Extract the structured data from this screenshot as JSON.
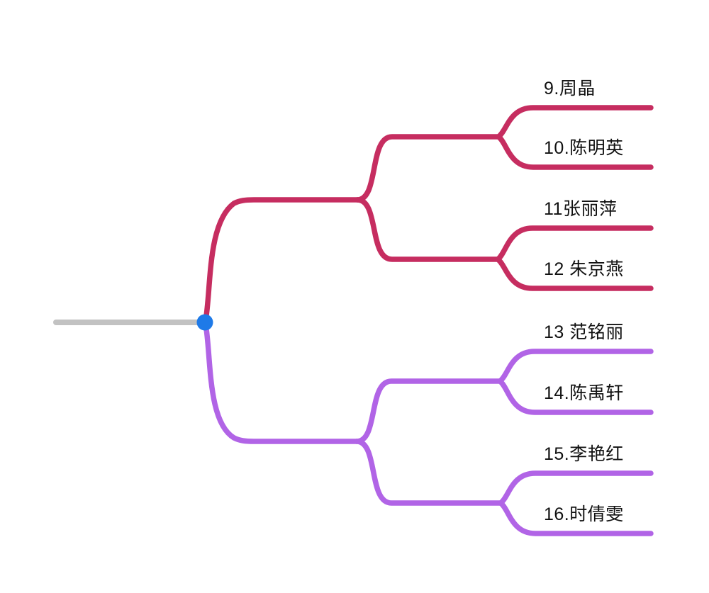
{
  "mindmap": {
    "background_color": "#ffffff",
    "text_color": "#111111",
    "root_connector": {
      "color": "#c2c2c2"
    },
    "center_dot": {
      "color": "#1e7ae8"
    },
    "branches": [
      {
        "name": "upper-red-branch",
        "color": "#c62d60",
        "leaves": [
          {
            "label": "9.周晶"
          },
          {
            "label": "10.陈明英"
          },
          {
            "label": "11张丽萍"
          },
          {
            "label": "12 朱京燕"
          }
        ]
      },
      {
        "name": "lower-purple-branch",
        "color": "#b164e6",
        "leaves": [
          {
            "label": "13 范铭丽"
          },
          {
            "label": "14.陈禹轩"
          },
          {
            "label": "15.李艳红"
          },
          {
            "label": "16.时倩雯"
          }
        ]
      }
    ]
  }
}
